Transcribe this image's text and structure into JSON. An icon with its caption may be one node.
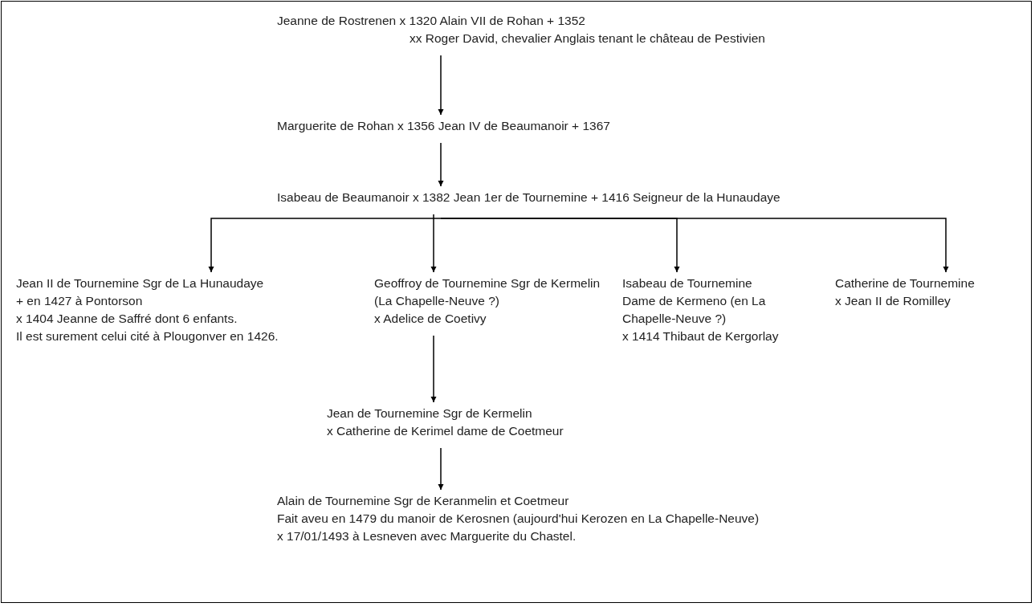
{
  "diagram": {
    "nodes": [
      {
        "text": [
          "Jeanne de Rostrenen x 1320 Alain VII de Rohan + 1352",
          "xx Roger David, chevalier Anglais tenant le château de Pestivien"
        ]
      },
      {
        "text": [
          "Marguerite de Rohan x 1356 Jean IV de Beaumanoir + 1367"
        ]
      },
      {
        "text": [
          "Isabeau de Beaumanoir x 1382 Jean 1er de Tournemine + 1416 Seigneur de la Hunaudaye"
        ]
      },
      {
        "text": [
          "Jean II de Tournemine Sgr de La Hunaudaye",
          "+ en 1427 à Pontorson",
          "x 1404 Jeanne de Saffré dont 6 enfants.",
          "Il est surement celui cité à Plougonver en 1426."
        ]
      },
      {
        "text": [
          "Geoffroy de Tournemine Sgr de Kermelin (La Chapelle-Neuve ?)",
          "x Adelice de Coetivy"
        ]
      },
      {
        "text": [
          "Isabeau de Tournemine",
          "Dame de Kermeno (en La Chapelle-Neuve ?)",
          "x 1414 Thibaut de Kergorlay"
        ]
      },
      {
        "text": [
          "Catherine de Tournemine",
          "x Jean II de Romilley"
        ]
      },
      {
        "text": [
          "Jean de Tournemine Sgr de Kermelin",
          "x Catherine de Kerimel dame de Coetmeur"
        ]
      },
      {
        "text": [
          "Alain de Tournemine Sgr de Keranmelin et Coetmeur",
          "Fait aveu en 1479 du manoir de Kerosnen (aujourd'hui Kerozen en La Chapelle-Neuve)",
          "x 17/01/1493 à Lesneven avec Marguerite du Chastel."
        ]
      }
    ],
    "edges": [
      {
        "from": 0,
        "to": 1,
        "arrow": "to"
      },
      {
        "from": 1,
        "to": 2,
        "arrow": "to"
      },
      {
        "from": 2,
        "to": 3,
        "arrow": "to"
      },
      {
        "from": 2,
        "to": 4,
        "arrow": "to"
      },
      {
        "from": 2,
        "to": 5,
        "arrow": "to"
      },
      {
        "from": 2,
        "to": 6,
        "arrow": "to"
      },
      {
        "from": 4,
        "to": 7,
        "arrow": "to"
      },
      {
        "from": 7,
        "to": 8,
        "arrow": "to"
      }
    ]
  }
}
